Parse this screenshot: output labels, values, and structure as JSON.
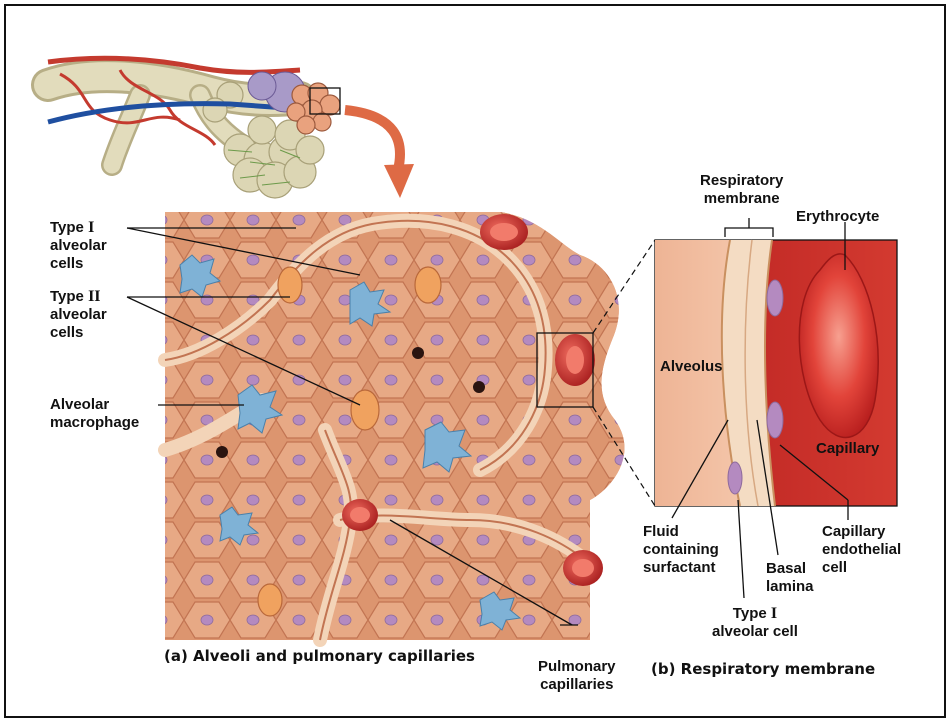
{
  "labels": {
    "type1_cells_prefix": "Type ",
    "type1_cells_roman": "I",
    "type1_cells_rest": "alveolar\ncells",
    "type2_cells_prefix": "Type ",
    "type2_cells_roman": "II",
    "type2_cells_rest": "alveolar\ncells",
    "macrophage": "Alveolar\nmacrophage",
    "respiratory_membrane": "Respiratory\nmembrane",
    "erythrocyte": "Erythrocyte",
    "alveolus": "Alveolus",
    "capillary": "Capillary",
    "fluid_surfactant": "Fluid\ncontaining\nsurfactant",
    "basal_lamina": "Basal\nlamina",
    "capillary_endothelial": "Capillary\nendothelial\ncell",
    "type1_alveolar_cell_prefix": "Type ",
    "type1_alveolar_cell_roman": "I",
    "type1_alveolar_cell_rest": "alveolar cell",
    "pulmonary_capillaries": "Pulmonary\ncapillaries"
  },
  "captions": {
    "a": "(a) Alveoli and pulmonary capillaries",
    "b": "(b) Respiratory membrane"
  },
  "colors": {
    "alveolus_fill": "#e9a27e",
    "cell_outline": "#c97a58",
    "nucleus": "#b48ac0",
    "capillary_red": "#d42a2a",
    "macrophage_blue": "#7fb2d6",
    "arrow": "#de6a45",
    "bronchi_tan": "#dcd6b4",
    "vein_blue": "#2a63b8"
  }
}
